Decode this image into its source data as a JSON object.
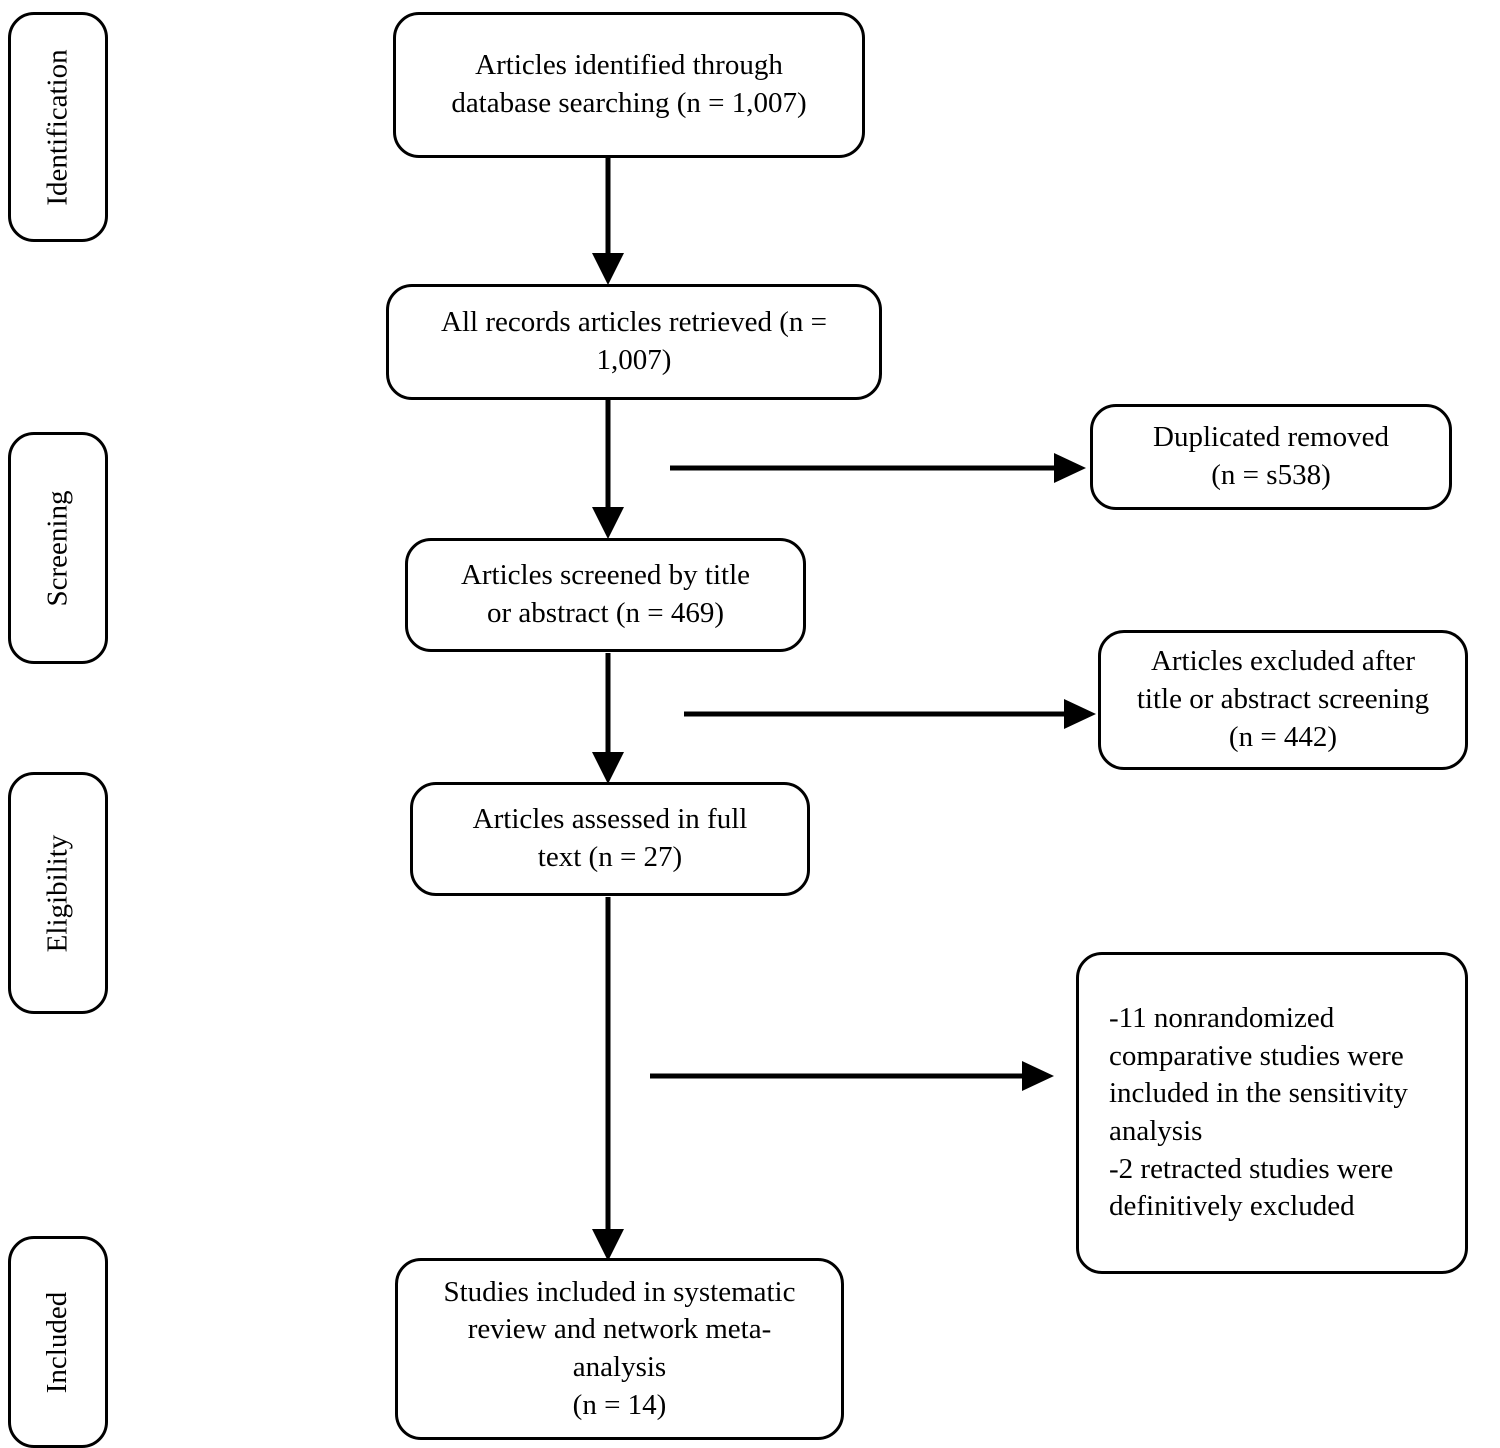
{
  "diagram": {
    "title": "PRISMA study selection flow diagram",
    "type": "flowchart",
    "line_color": "#000000",
    "background_color": "#ffffff",
    "text_color": "#000000"
  },
  "stages": [
    {
      "id": "identification",
      "label": "Identification"
    },
    {
      "id": "screening",
      "label": "Screening"
    },
    {
      "id": "eligibility",
      "label": "Eligibility"
    },
    {
      "id": "included",
      "label": "Included"
    }
  ],
  "nodes": {
    "identified": {
      "label": "Articles identified through\ndatabase searching (n = 1,007)",
      "count": "1,007",
      "stage": "identification"
    },
    "retrieved": {
      "label": "All records articles retrieved (n =\n1,007)",
      "count": "1,007",
      "stage": "identification"
    },
    "duplicates": {
      "label": "Duplicated removed\n(n = s538)",
      "count": "s538",
      "stage": "screening"
    },
    "screened": {
      "label": "Articles screened by title\nor abstract (n = 469)",
      "count": "469",
      "stage": "screening"
    },
    "excluded_screening": {
      "label": "Articles excluded after\ntitle or abstract screening\n(n = 442)",
      "count": "442",
      "stage": "screening"
    },
    "fulltext": {
      "label": "Articles assessed in full\ntext (n = 27)",
      "count": "27",
      "stage": "eligibility"
    },
    "excluded_fulltext": {
      "label": "-11 nonrandomized\ncomparative studies were\nincluded in the sensitivity\nanalysis\n-2 retracted studies were\ndefinitively excluded",
      "stage": "eligibility"
    },
    "included_final": {
      "label": "Studies included in systematic\nreview and network meta-\nanalysis\n(n = 14)",
      "count": "14",
      "stage": "included"
    }
  },
  "connectors": [
    {
      "id": "identified-to-retrieved",
      "direction": "down",
      "from": "identified",
      "to": "retrieved"
    },
    {
      "id": "retrieved-to-screened",
      "direction": "down",
      "from": "retrieved",
      "to": "screened"
    },
    {
      "id": "retrieved-to-duplicates",
      "direction": "right",
      "from": "retrieved",
      "to": "duplicates"
    },
    {
      "id": "screened-to-fulltext",
      "direction": "down",
      "from": "screened",
      "to": "fulltext"
    },
    {
      "id": "screened-to-excluded-screening",
      "direction": "right",
      "from": "screened",
      "to": "excluded_screening"
    },
    {
      "id": "fulltext-to-included",
      "direction": "down",
      "from": "fulltext",
      "to": "included_final"
    },
    {
      "id": "fulltext-to-excluded-fulltext",
      "direction": "right",
      "from": "fulltext",
      "to": "excluded_fulltext"
    }
  ]
}
